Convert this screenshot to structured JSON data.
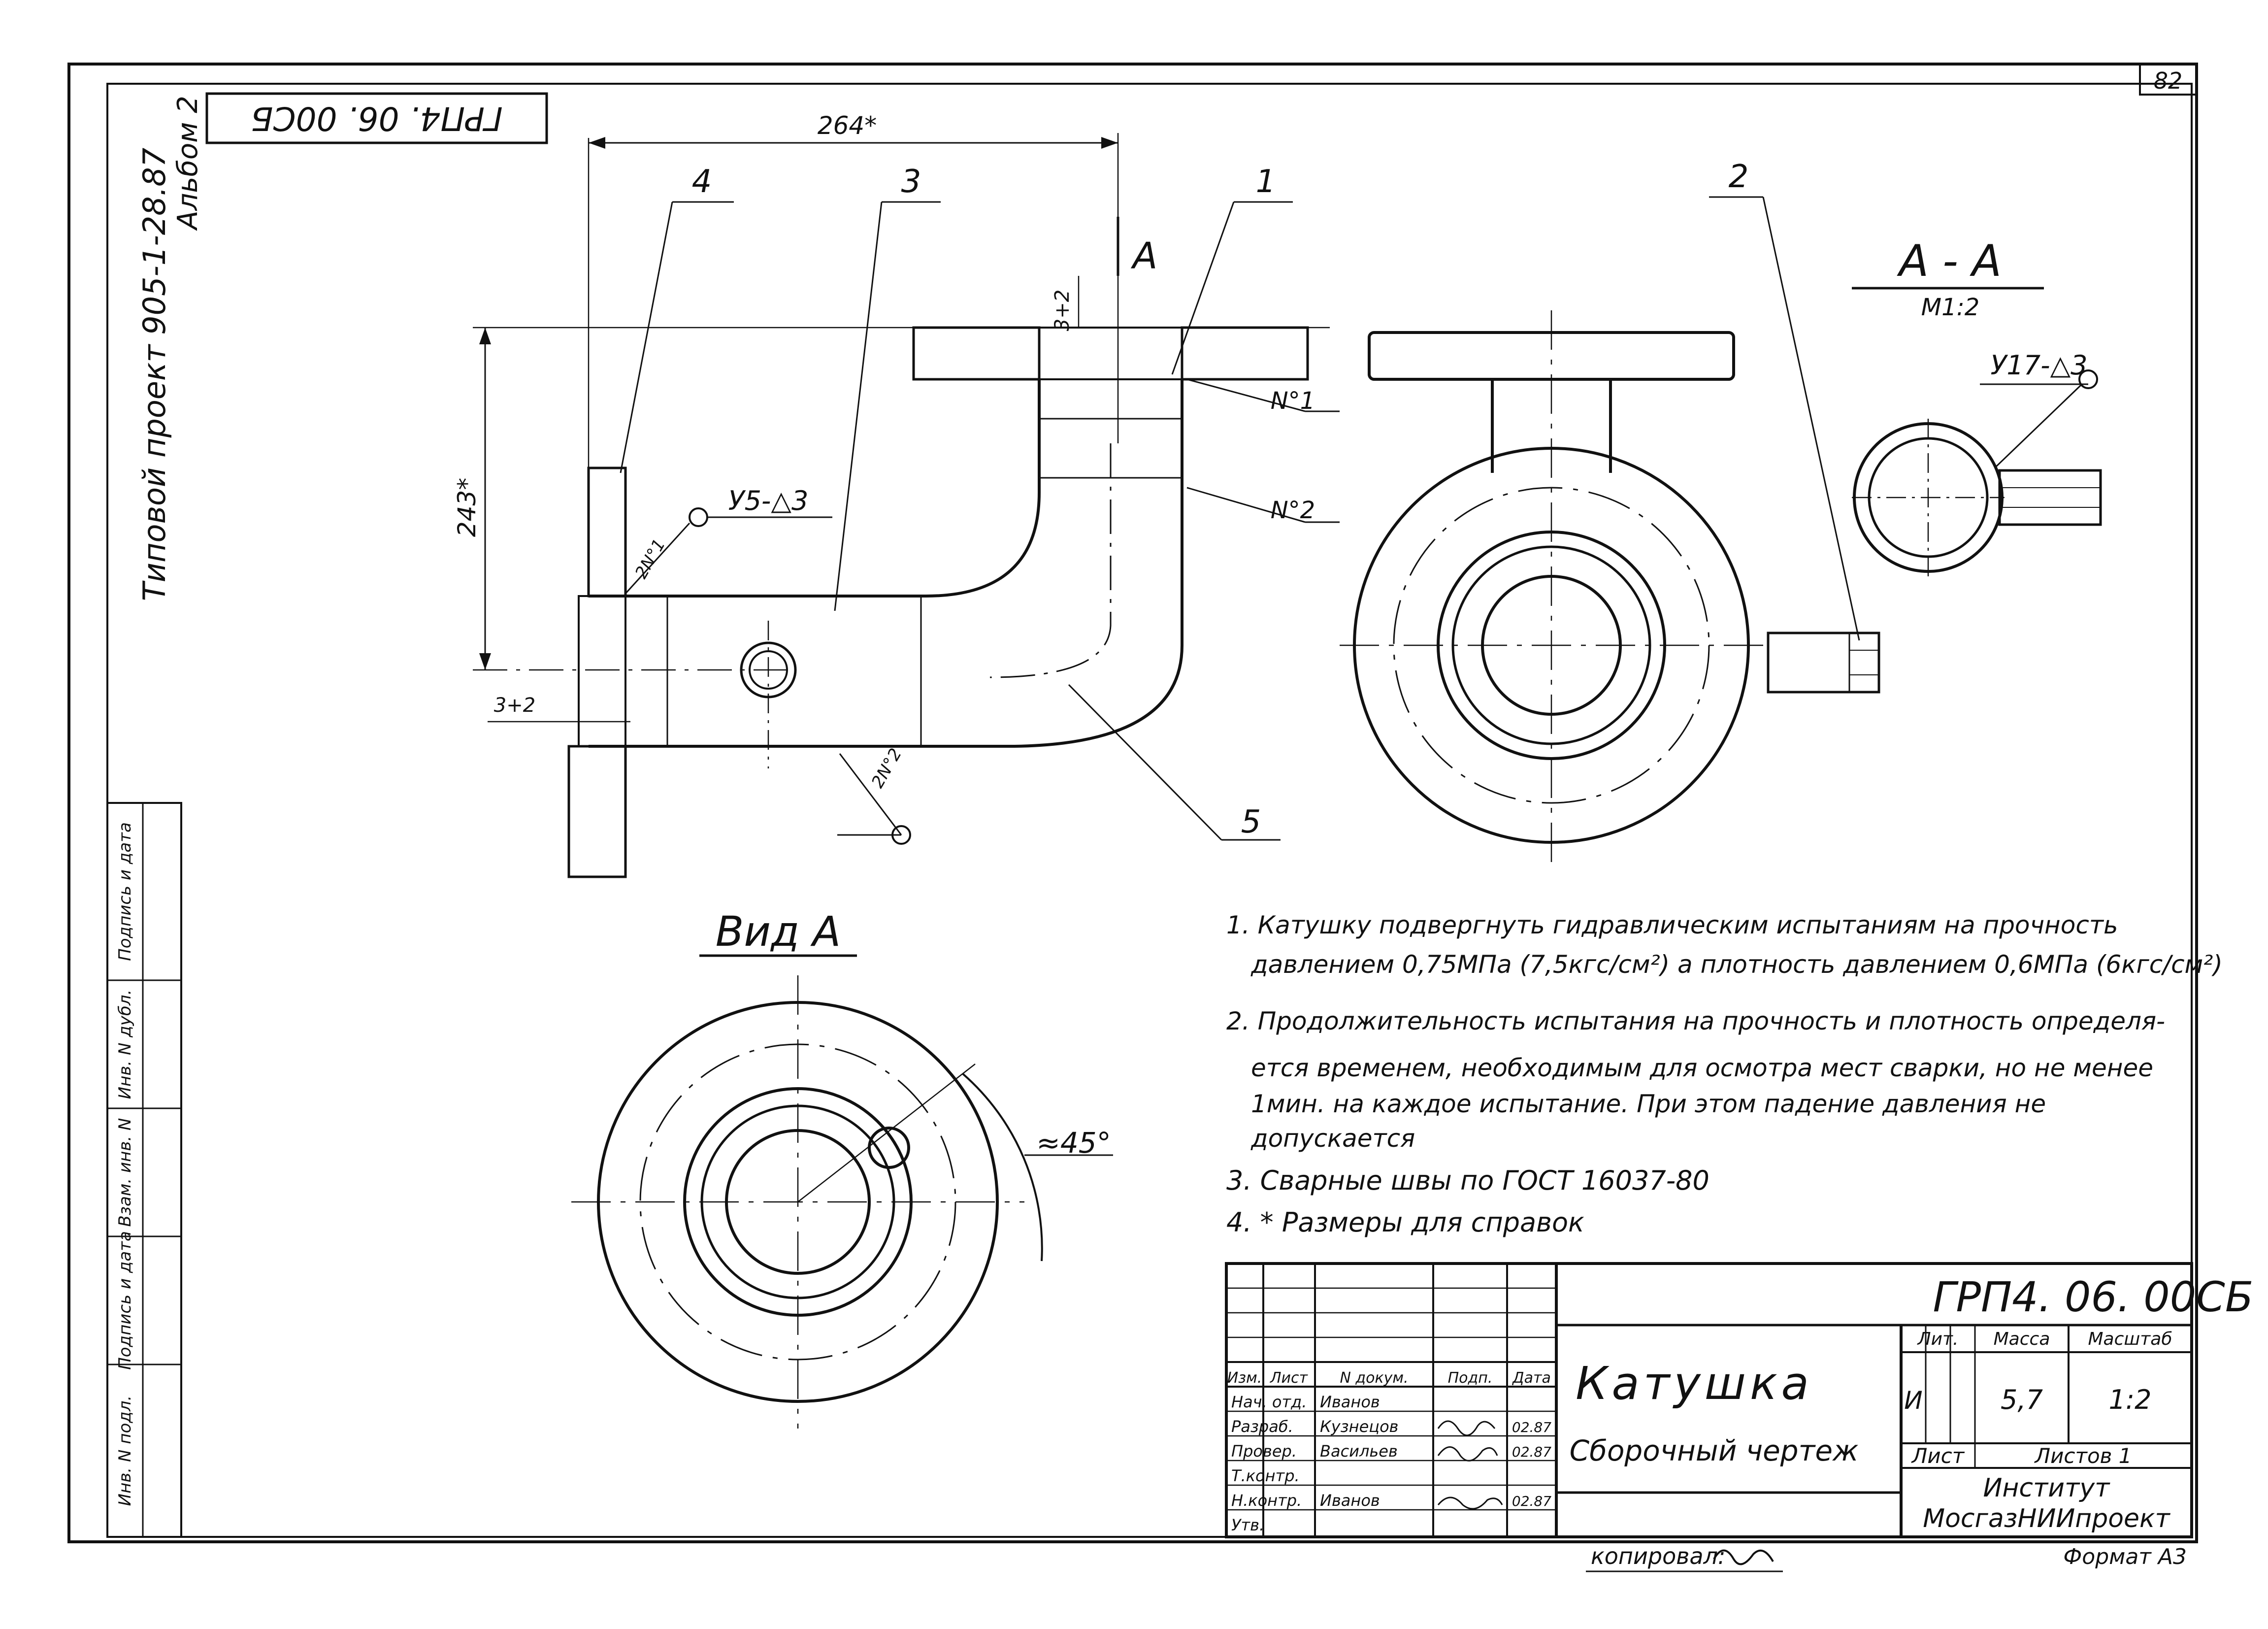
{
  "page_number": "82",
  "side_stamp": {
    "code": "ГРП4. 06. 00СБ",
    "project": "Типовой проект 905-1-28.87",
    "album": "Альбом 2"
  },
  "left_strip": [
    "Инв. N подл.",
    "Подпись и дата",
    "Взам. инв. N",
    "Инв. N дубл.",
    "Подпись и дата"
  ],
  "main_view": {
    "dim_width": "264*",
    "dim_height": "243*",
    "dim_gap_top": "3+2",
    "dim_gap_left": "3+2",
    "section_mark": "A",
    "weld_label_top_1": "N°1",
    "weld_label_top_2": "N°2",
    "weld_label_left": "2N°1",
    "weld_label_bottom": "2N°2",
    "weld_symbol_main": "У5-△3"
  },
  "callouts": [
    "1",
    "2",
    "3",
    "4",
    "5"
  ],
  "section_view": {
    "title": "A - A",
    "scale": "М1:2",
    "weld_symbol": "У17-△3"
  },
  "view_a": {
    "title": "Вид А",
    "angle": "≈45°"
  },
  "notes": [
    "1. Катушку подвергнуть гидравлическим испытаниям на прочность",
    "давлением 0,75МПа (7,5кгс/см²) а плотность давлением 0,6МПа (6кгс/см²)",
    "2. Продолжительность испытания на прочность и плотность определя-",
    "ется временем, необходимым для осмотра мест сварки, но не менее",
    "1мин. на каждое испытание. При этом падение давления не",
    "допускается",
    "3. Сварные швы по ГОСТ 16037-80",
    "4. * Размеры для справок"
  ],
  "title_block": {
    "doc_code": "ГРП4. 06. 00СБ",
    "part_name": "Катушка",
    "doc_type": "Сборочный чертеж",
    "col_headers": [
      "Лит.",
      "Масса",
      "Масштаб"
    ],
    "lit": "И",
    "mass": "5,7",
    "scale": "1:2",
    "sheet": "Лист",
    "sheets": "Листов 1",
    "org_line1": "Институт",
    "org_line2": "МосгазНИИпроект",
    "roles": [
      {
        "role": "Нач. отд.",
        "name": "Иванов",
        "date": ""
      },
      {
        "role": "Разраб.",
        "name": "Кузнецов",
        "date": "02.87"
      },
      {
        "role": "Провер.",
        "name": "Васильев",
        "date": "02.87"
      },
      {
        "role": "Т.контр.",
        "name": "",
        "date": ""
      },
      {
        "role": "Н.контр.",
        "name": "Иванов",
        "date": "02.87"
      },
      {
        "role": "Утв.",
        "name": "",
        "date": ""
      }
    ],
    "header_labels": [
      "Изм.",
      "Лист",
      "N докум.",
      "Подп.",
      "Дата"
    ],
    "copied_by": "копировал:",
    "format": "Формат А3"
  }
}
